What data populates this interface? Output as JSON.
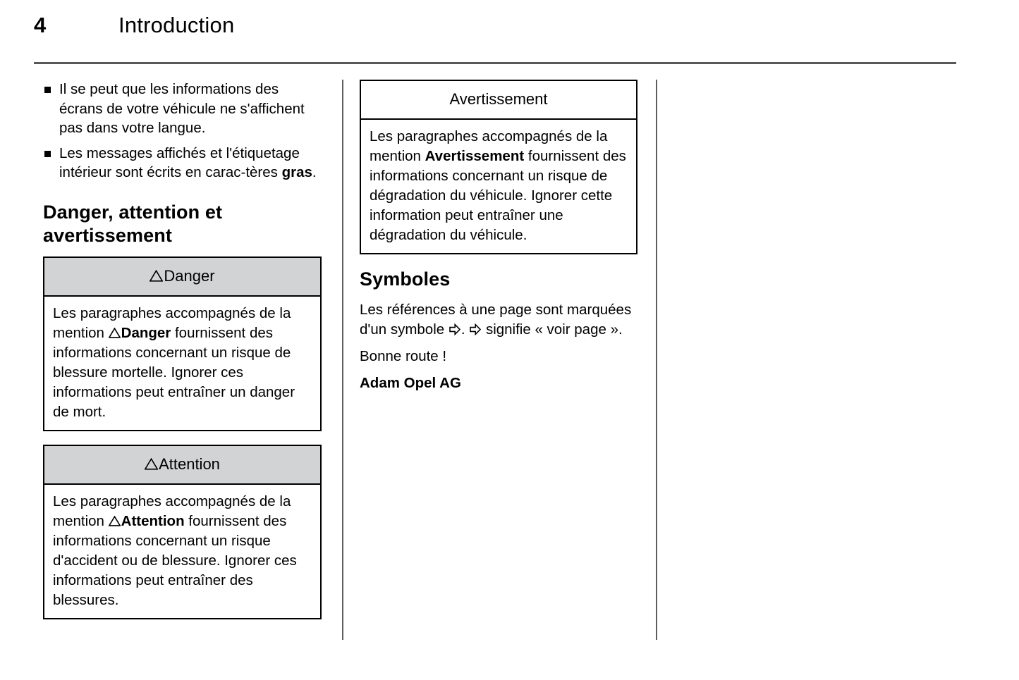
{
  "page": {
    "number": "4",
    "title": "Introduction"
  },
  "left_column": {
    "bullets": [
      "Il se peut que les informations des écrans de votre véhicule ne s'affichent pas dans votre langue.",
      "Les messages affichés et l'étiquetage intérieur sont écrits en caractères gras."
    ],
    "bullet2_parts": {
      "before": "Les messages affichés et l'étiquetage intérieur sont écrits en carac-tères ",
      "bold": "gras",
      "after": "."
    },
    "heading": "Danger, attention et avertissement",
    "danger_box": {
      "icon": "warning-triangle-icon",
      "header_label": "Danger",
      "body_before": "Les paragraphes accompagnés de la mention ",
      "body_bold": "Danger",
      "body_after": " fournissent des informations concernant un risque de blessure mortelle. Ignorer ces informations peut entraîner un danger de mort.",
      "header_bg": "#d1d3d4"
    },
    "attention_box": {
      "icon": "warning-triangle-icon",
      "header_label": "Attention",
      "body_before": "Les paragraphes accompagnés de la mention ",
      "body_bold": "Attention",
      "body_after": " fournissent des informations concernant un risque d'accident ou de blessure. Ignorer ces informations peut entraîner des blessures.",
      "header_bg": "#d1d3d4"
    }
  },
  "right_column": {
    "avertissement_box": {
      "header_label": "Avertissement",
      "body_before": "Les paragraphes accompagnés de la mention ",
      "body_bold": "Avertissement",
      "body_after": " fournissent des informations concernant un risque de dégradation du véhicule. Ignorer cette information peut entraîner une dégradation du véhicule.",
      "header_bg": "#ffffff"
    },
    "symbols": {
      "heading": "Symboles",
      "paragraph_part1": "Les références à une page sont marquées d'un symbole ",
      "paragraph_part2": ". ",
      "paragraph_part3": " signifie « voir page ».",
      "arrow_icon": "right-arrow-outline-icon",
      "farewell": "Bonne route !",
      "signature": "Adam Opel AG"
    }
  },
  "colors": {
    "text": "#000000",
    "rule": "#58585b",
    "box_header_gray": "#d1d3d4",
    "page_background": "#ffffff"
  }
}
